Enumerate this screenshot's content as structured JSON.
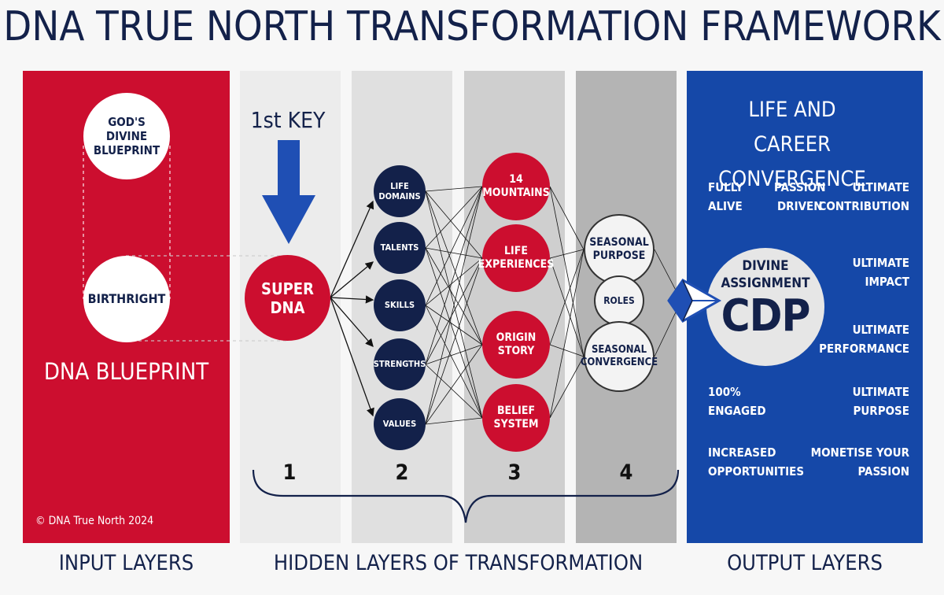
{
  "title": "DNA TRUE NORTH TRANSFORMATION FRAMEWORK",
  "input_panel": {
    "top_circle": [
      "GOD'S",
      "DIVINE",
      "BLUEPRINT"
    ],
    "mid_circle": "BIRTHRIGHT",
    "heading": "DNA BLUEPRINT",
    "copyright": "© DNA True North 2024"
  },
  "key_label": "1st KEY",
  "super_dna": [
    "SUPER",
    "DNA"
  ],
  "layer2": [
    [
      "LIFE",
      "DOMAINS"
    ],
    [
      "TALENTS"
    ],
    [
      "SKILLS"
    ],
    [
      "STRENGTHS"
    ],
    [
      "VALUES"
    ]
  ],
  "layer3": [
    [
      "14",
      "MOUNTAINS"
    ],
    [
      "LIFE",
      "EXPERIENCES"
    ],
    [
      "ORIGIN",
      "STORY"
    ],
    [
      "BELIEF",
      "SYSTEM"
    ]
  ],
  "layer4": {
    "top": [
      "SEASONAL",
      "PURPOSE"
    ],
    "mid": "ROLES",
    "bottom": [
      "SEASONAL",
      "CONVERGENCE"
    ]
  },
  "column_numbers": [
    "1",
    "2",
    "3",
    "4"
  ],
  "output": {
    "heading": [
      "LIFE AND",
      "CAREER CONVERGENCE"
    ],
    "row1": [
      [
        "FULLY",
        "ALIVE"
      ],
      [
        "PASSION",
        "DRIVEN"
      ],
      [
        "ULTIMATE",
        "CONTRIBUTION"
      ]
    ],
    "center_small": [
      "DIVINE",
      "ASSIGNMENT"
    ],
    "center_big": "CDP",
    "right": [
      [
        "ULTIMATE",
        "IMPACT"
      ],
      [
        "ULTIMATE",
        "PERFORMANCE"
      ],
      [
        "ULTIMATE",
        "PURPOSE"
      ],
      [
        "MONETISE YOUR",
        "PASSION"
      ]
    ],
    "left": [
      [
        "100%",
        "ENGAGED"
      ],
      [
        "INCREASED",
        "OPPORTUNITIES"
      ]
    ]
  },
  "bottom_labels": {
    "input": "INPUT LAYERS",
    "hidden": "HIDDEN LAYERS OF TRANSFORMATION",
    "output": "OUTPUT LAYERS"
  },
  "colors": {
    "red": "#cc0e2f",
    "navy": "#13214a",
    "blue": "#1548a8",
    "arrow_blue": "#1f4fb4"
  }
}
